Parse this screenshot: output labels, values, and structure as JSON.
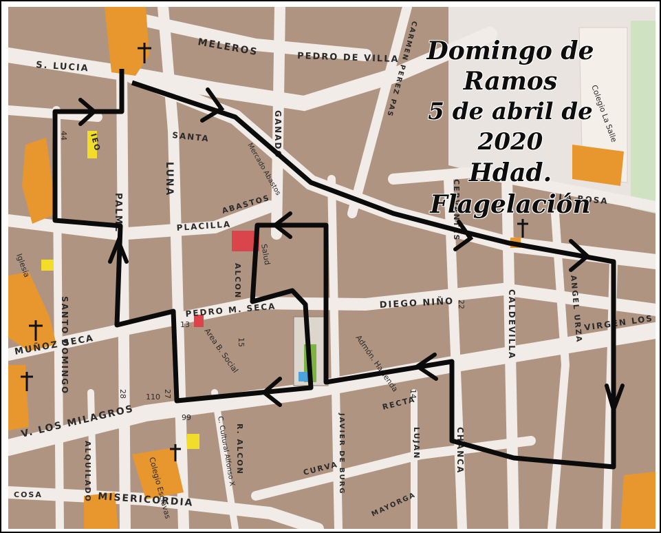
{
  "title": {
    "line1": "Domingo de Ramos",
    "line2": "5 de abril de 2020",
    "line3": "Hdad. Flagelación"
  },
  "streets": {
    "meleros": "MELEROS",
    "pedro_de_villa": "PEDRO DE VILLA",
    "s_lucia": "S. LUCIA",
    "santa": "SANTA",
    "luna": "LUNA",
    "palme": "PALME",
    "placilla": "PLACILLA",
    "abastos": "ABASTOS",
    "pedro_m_seca": "PEDRO M. SECA",
    "diego_nino": "DIEGO NIÑO",
    "virgen_los_milagros": "VIRGEN LOS M",
    "munoz_seca": "MUÑOZ SECA",
    "v_los_milagros": "V. LOS MILAGROS",
    "recta": "RECTA",
    "curva": "CURVA",
    "misericordia": "MISERICORDIA",
    "cosa": "COSA",
    "la_rosa": "LA ROSA",
    "ganado": "GANADO",
    "cervantes": "CERVANTES",
    "caldevilla": "CALDEVILLA",
    "angel_urza": "ANGEL URZA",
    "chanca": "CHANCA",
    "santo_domingo": "SANTO DOMINGO",
    "alquilado": "ALQUILADO",
    "r_alcon": "R. ALCON",
    "alcon": "ALCON",
    "lujan": "LUJAN",
    "mayorga": "MAYORGA",
    "javier_de_burgos": "JAVIER DE BURG",
    "carmen": "CARMEN PEREZ PAS",
    "ieo": "IEO"
  },
  "labels": {
    "colegio_la_salle": "Colegio La Salle",
    "area_social": "Area B. Social",
    "salud": "Salud",
    "admon_hacienda": "Admón. Hacienda",
    "c_cultural": "C. Cultural Alfonso X",
    "colegio_esclavas": "Colegio Esclavas",
    "iglesia": "Iglesia",
    "mercado_abastos": "Mercado Abastos",
    "num_13": "13",
    "num_15": "15",
    "num_22": "22",
    "num_27": "27",
    "num_28": "28",
    "num_99": "99",
    "num_110": "110",
    "num_14": "14",
    "num_44": "44"
  },
  "colors": {
    "map_bg": "#b09482",
    "road": "#f0ebe6",
    "route": "#0b0b0b",
    "building": "#e8972f",
    "marker_red": "#d9454a",
    "marker_yellow": "#f2de2a",
    "park": "#cfe3c2"
  }
}
